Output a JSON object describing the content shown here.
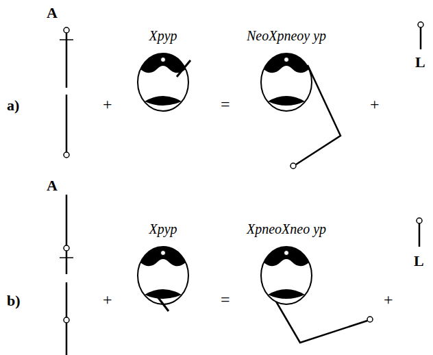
{
  "diagram": {
    "labels": [
      "a)",
      "A",
      "+",
      "Xpyp",
      "=",
      "NeoXpneoy yp",
      "+",
      "L",
      "b)",
      "A",
      "+",
      "Xpyp",
      "=",
      "XpneoXneo yp",
      "+",
      "L"
    ]
  }
}
